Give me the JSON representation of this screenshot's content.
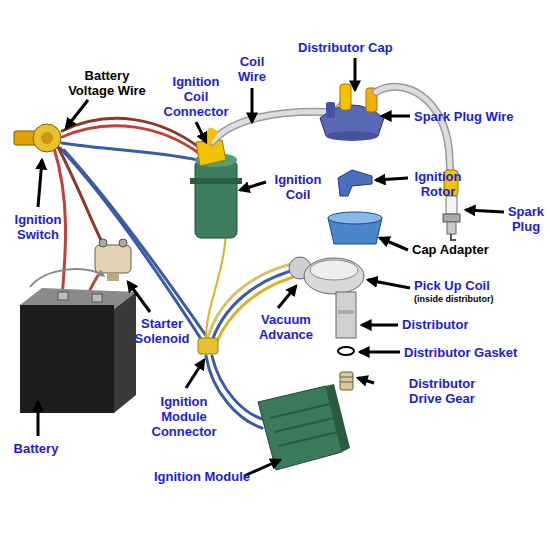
{
  "diagram": {
    "labels": [
      "Battery Voltage Wire",
      "Ignition Coil Connector",
      "Coil Wire",
      "Distributor Cap",
      "Spark Plug Wire",
      "Ignition Coil",
      "Ignition Rotor",
      "Spark Plug",
      "Ignition Switch",
      "Cap Adapter",
      "Pick Up Coil",
      "(inside distributor)",
      "Starter Solenoid",
      "Vacuum Advance",
      "Distributor",
      "Distributor Gasket",
      "Distributor Drive Gear",
      "Ignition Module Connector",
      "Battery",
      "Ignition Module"
    ]
  }
}
